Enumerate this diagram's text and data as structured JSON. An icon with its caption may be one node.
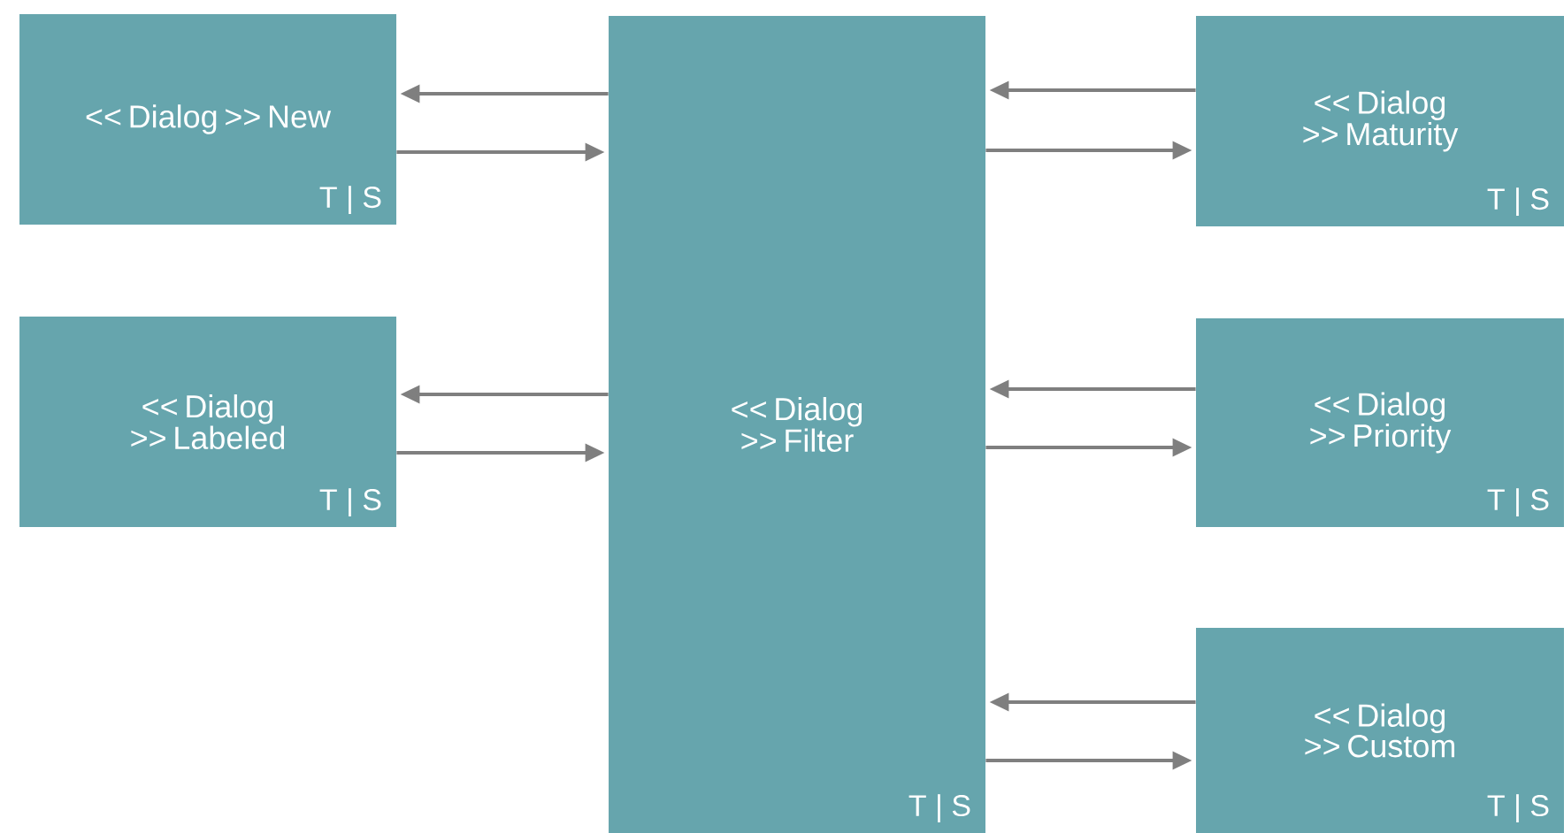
{
  "diagram": {
    "nodes": [
      {
        "text": [
          "<< Dialog >> New",
          "T | S"
        ]
      },
      {
        "text": [
          "<< Dialog >> Filter",
          "T | S"
        ]
      },
      {
        "text": [
          "<< Dialog >> Maturity",
          "T | S"
        ]
      },
      {
        "text": [
          "<< Dialog >> Labeled",
          "T | S"
        ]
      },
      {
        "text": [
          "<< Dialog >> Priority",
          "T | S"
        ]
      },
      {
        "text": [
          "<< Dialog >> Custom",
          "T | S"
        ]
      }
    ],
    "edges": [
      {
        "from": 1,
        "to": 0,
        "arrow": "to"
      },
      {
        "from": 0,
        "to": 1,
        "arrow": "to"
      },
      {
        "from": 2,
        "to": 1,
        "arrow": "to"
      },
      {
        "from": 1,
        "to": 2,
        "arrow": "to"
      },
      {
        "from": 1,
        "to": 3,
        "arrow": "to"
      },
      {
        "from": 3,
        "to": 1,
        "arrow": "to"
      },
      {
        "from": 4,
        "to": 1,
        "arrow": "to"
      },
      {
        "from": 1,
        "to": 4,
        "arrow": "to"
      },
      {
        "from": 5,
        "to": 1,
        "arrow": "to"
      },
      {
        "from": 1,
        "to": 5,
        "arrow": "to"
      }
    ]
  }
}
